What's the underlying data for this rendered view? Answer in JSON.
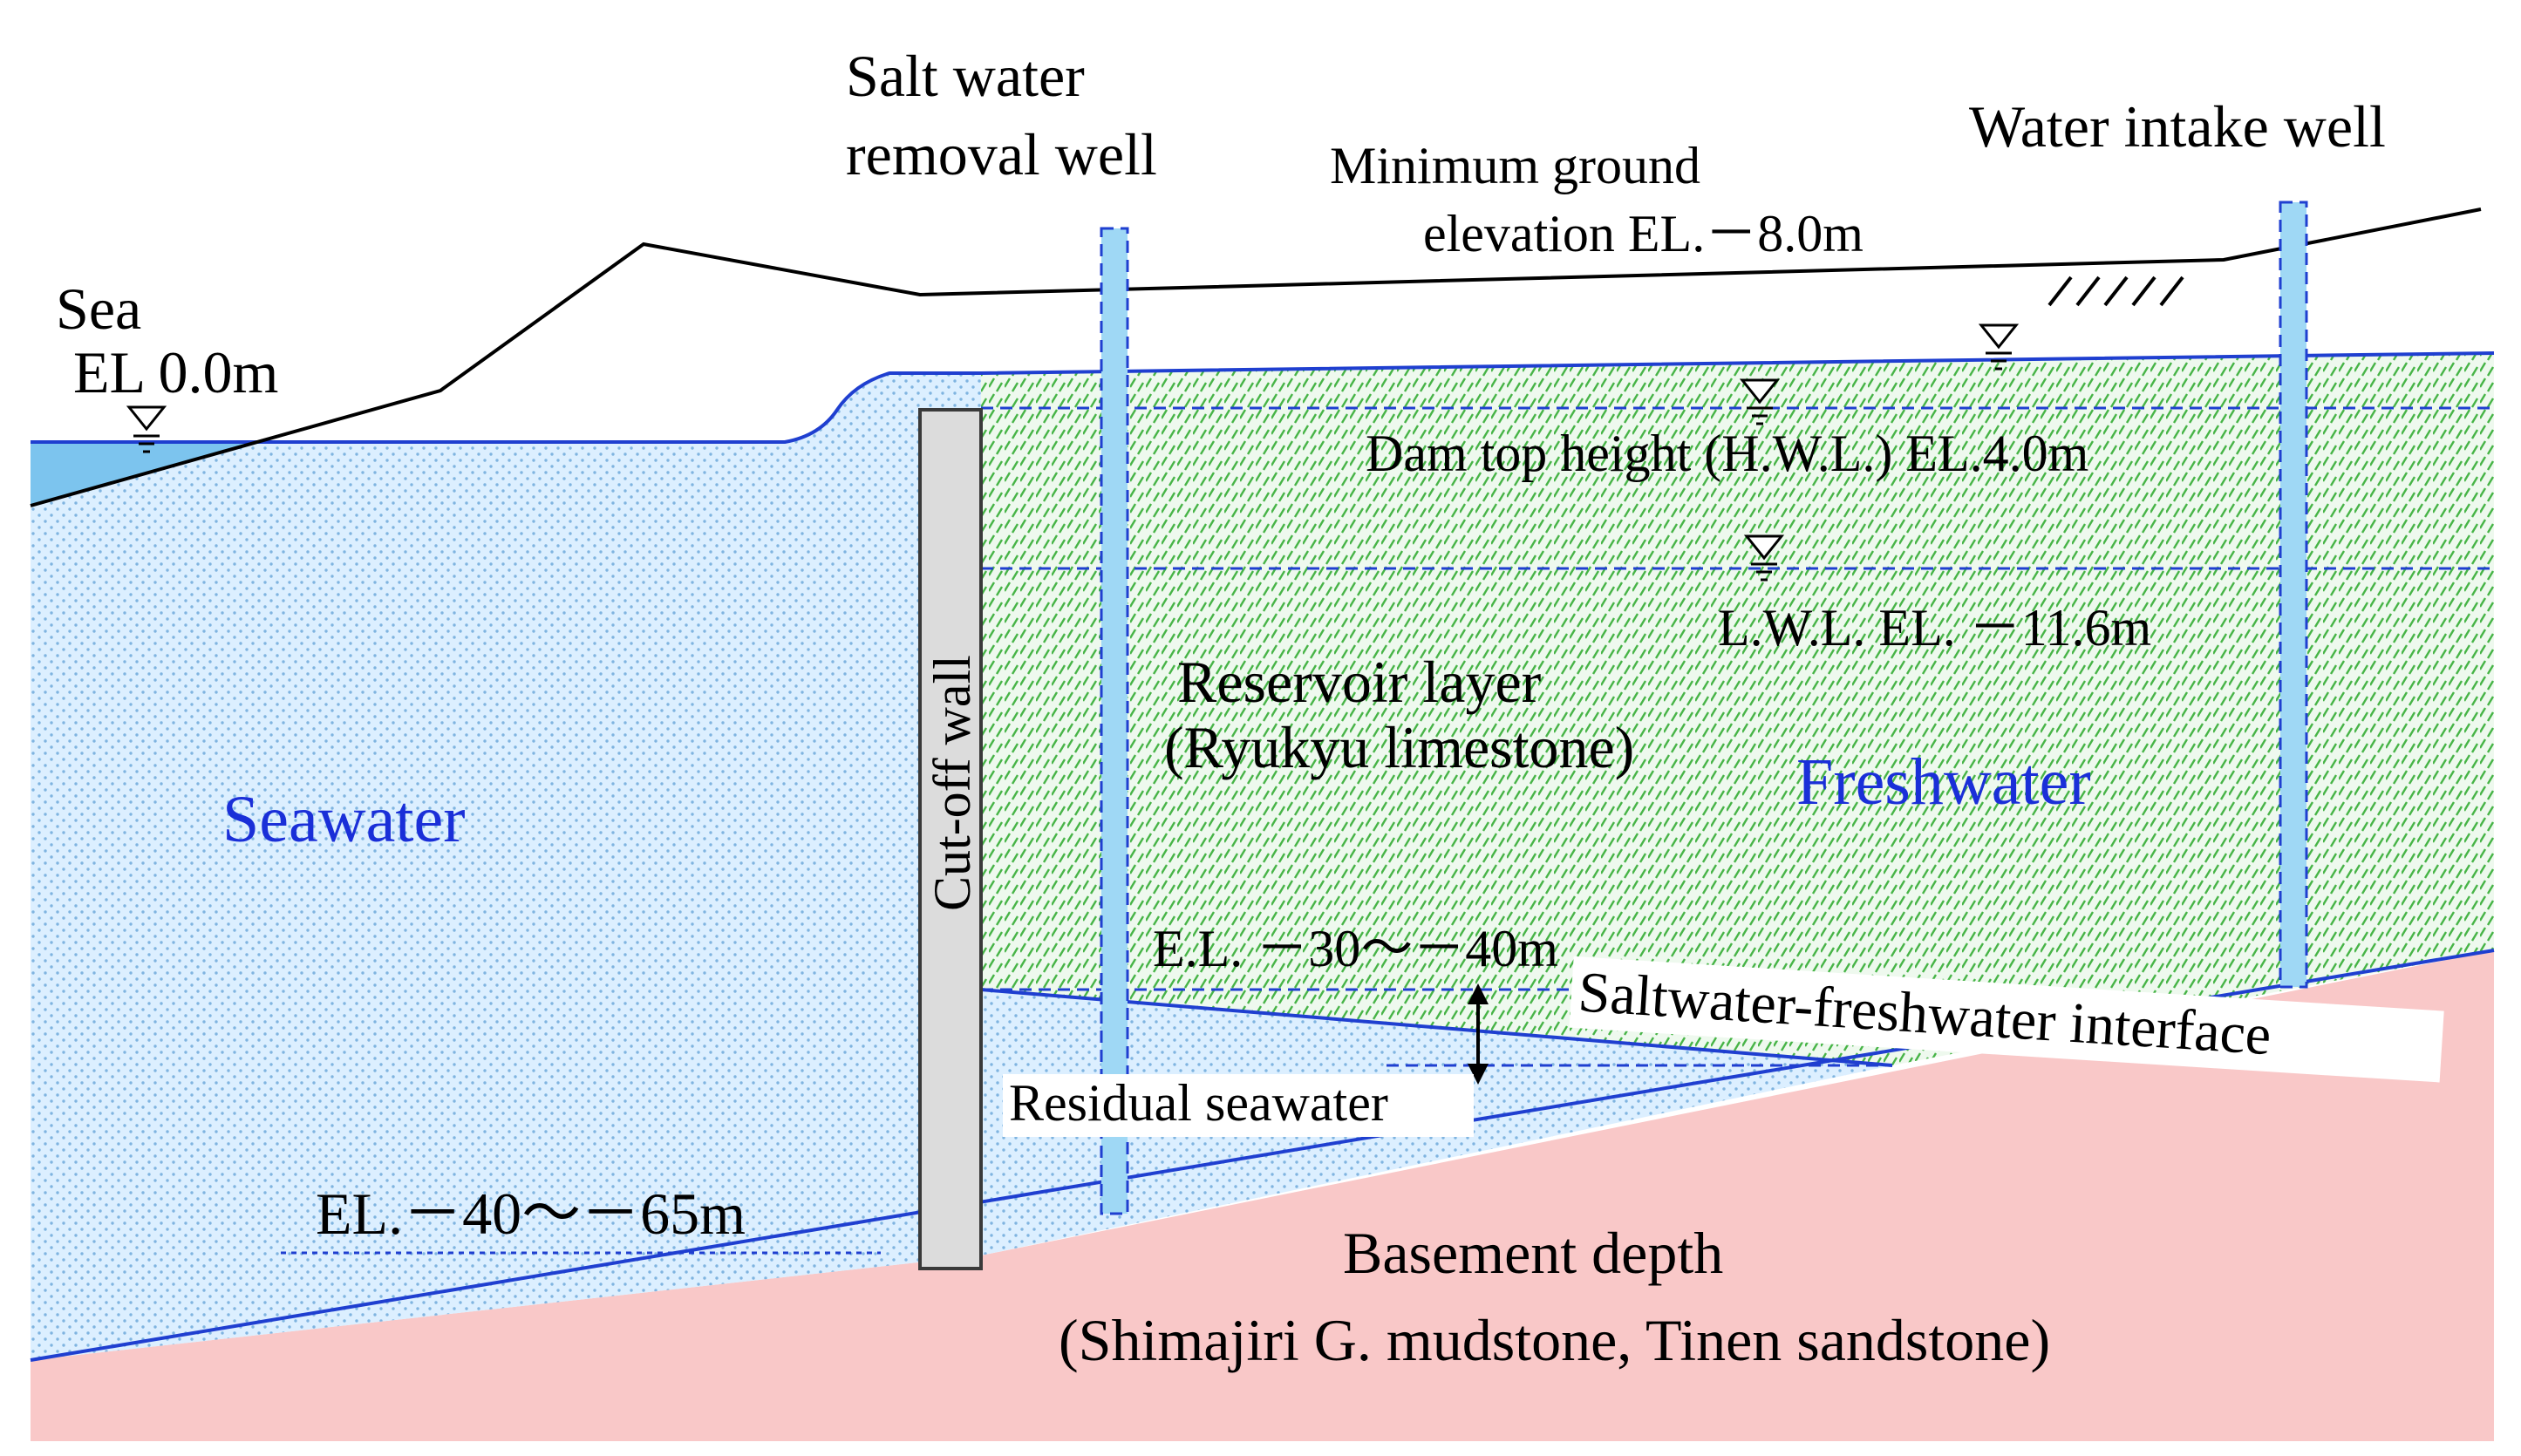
{
  "labels": {
    "sea": "Sea",
    "sea_level": "EL 0.0m",
    "salt_well_line1": "Salt water",
    "salt_well_line2": "removal well",
    "min_ground_line1": "Minimum ground",
    "min_ground_line2": "elevation EL.－8.0m",
    "intake_well": "Water intake well",
    "hwl": "Dam top height (H.W.L.) EL.4.0m",
    "lwl": "L.W.L. EL. －11.6m",
    "reservoir_line1": "Reservoir layer",
    "reservoir_line2": "(Ryukyu limestone)",
    "freshwater": "Freshwater",
    "seawater": "Seawater",
    "cutoff": "Cut-off wall",
    "interface_elev": "E.L. －30～－40m",
    "interface": "Saltwater-freshwater interface",
    "residual": "Residual seawater",
    "base_elev": "EL.－40～－65m",
    "basement_line1": "Basement depth",
    "basement_line2": "(Shimajiri G. mudstone, Tinen sandstone)"
  },
  "colors": {
    "seawater_fill": "#dcefff",
    "seawater_dot": "#7fb4e0",
    "sea_surface": "#7cc4ee",
    "freshwater_fill": "#eef9ee",
    "freshwater_hatch": "#47b447",
    "basement": "#f9c8c8",
    "water_line": "#1f3fd0",
    "blue_text": "#1a2fd8",
    "well_fill": "#9fd8f5",
    "wall_fill": "#dcdcdc"
  }
}
